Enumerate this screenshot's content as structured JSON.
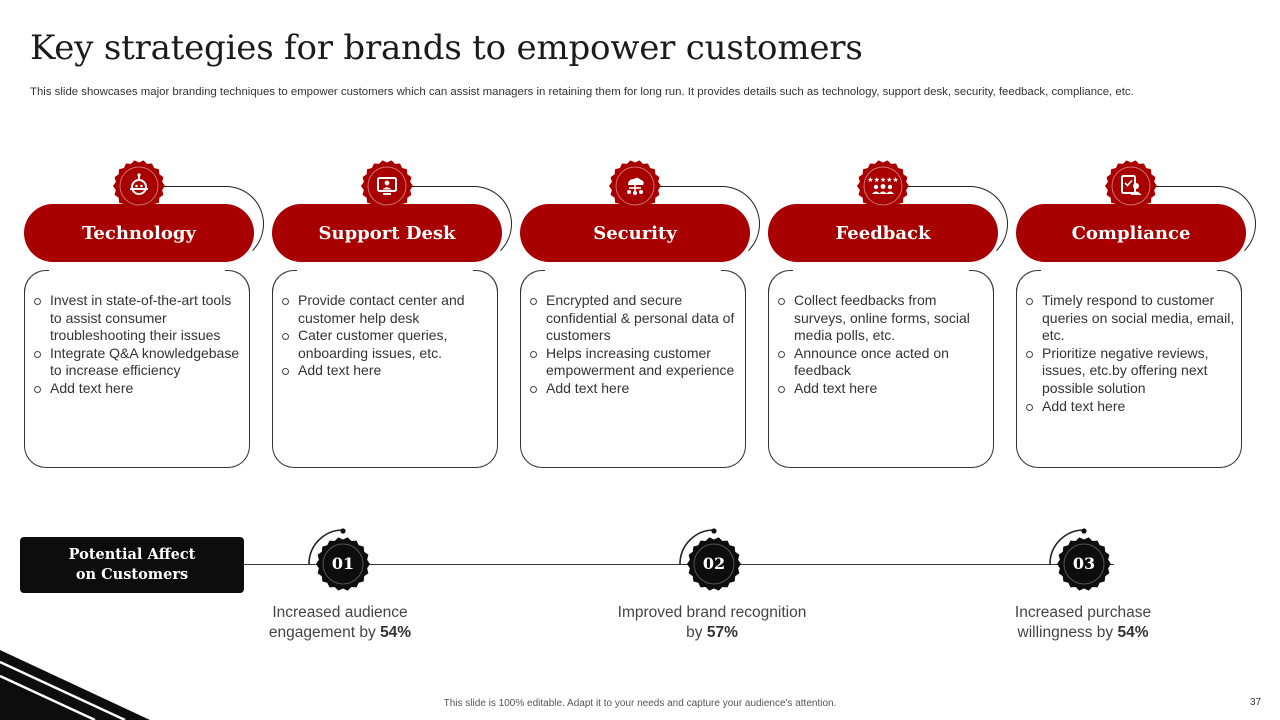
{
  "title": "Key strategies for brands to empower customers",
  "subtitle": "This slide showcases major branding techniques to empower customers which can assist managers in retaining them for long run. It provides details such as technology, support desk, security, feedback, compliance, etc.",
  "colors": {
    "accent": "#a80000",
    "dark": "#0d0d0d"
  },
  "cards": [
    {
      "label": "Technology",
      "icon": "robot-icon",
      "items": [
        "Invest in state-of-the-art tools to assist consumer troubleshooting their issues",
        "Integrate Q&A knowledgebase to increase efficiency",
        "Add text here"
      ]
    },
    {
      "label": "Support Desk",
      "icon": "monitor-user-icon",
      "items": [
        "Provide contact center and customer help desk",
        "Cater customer queries, onboarding issues, etc.",
        "Add text here"
      ]
    },
    {
      "label": "Security",
      "icon": "cloud-network-icon",
      "items": [
        "Encrypted and secure confidential & personal data of customers",
        "Helps increasing customer empowerment and experience",
        "Add text here"
      ]
    },
    {
      "label": "Feedback",
      "icon": "rating-group-icon",
      "items": [
        "Collect feedbacks from surveys, online forms, social media polls, etc.",
        "Announce once acted on feedback",
        "Add text here"
      ]
    },
    {
      "label": "Compliance",
      "icon": "checklist-user-icon",
      "items": [
        "Timely respond to customer queries on social media, email, etc.",
        "Prioritize negative reviews, issues, etc.by offering next possible solution",
        "Add text here"
      ]
    }
  ],
  "affect": {
    "label_line1": "Potential Affect",
    "label_line2": "on Customers",
    "steps": [
      {
        "num": "01",
        "text": "Increased audience engagement by",
        "value": "54%"
      },
      {
        "num": "02",
        "text": "Improved brand recognition by",
        "value": "57%"
      },
      {
        "num": "03",
        "text": "Increased purchase willingness by",
        "value": "54%"
      }
    ]
  },
  "footer": "This slide is 100% editable. Adapt it to your needs and capture your audience's attention.",
  "page_number": "37"
}
